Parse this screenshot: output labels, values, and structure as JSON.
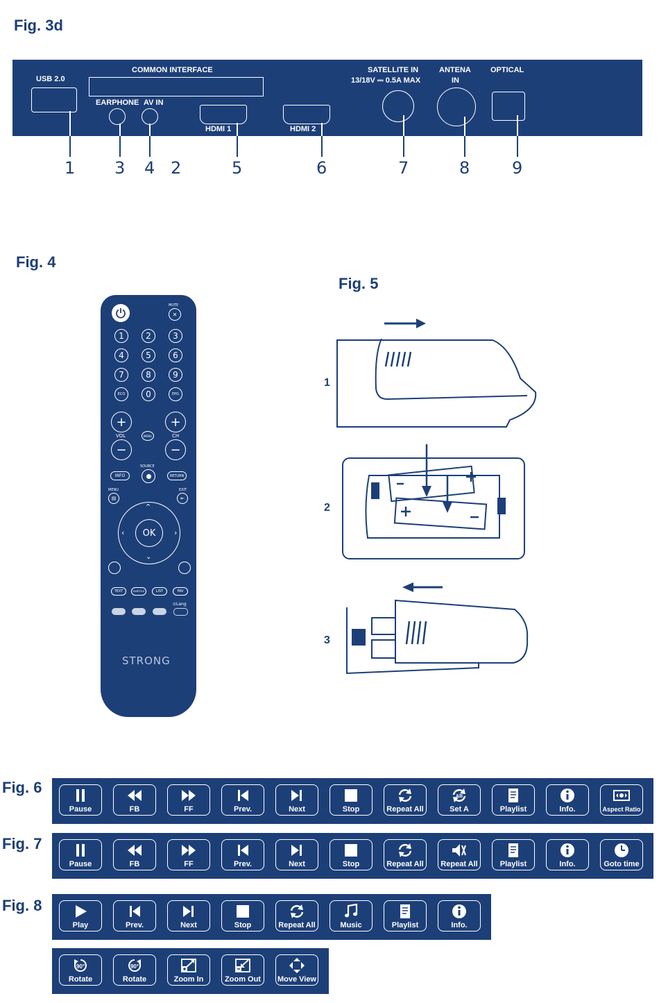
{
  "fig3d": {
    "title": "Fig. 3d",
    "labels": {
      "usb": "USB 2.0",
      "common_interface": "COMMON INTERFACE",
      "earphone": "EARPHONE",
      "av_in": "AV IN",
      "hdmi1": "HDMI 1",
      "hdmi2": "HDMI 2",
      "satellite_in": "SATELLITE IN",
      "satellite_spec": "13/18V ⎓ 0.5A MAX",
      "antena": "ANTENA",
      "antena_in": "IN",
      "optical": "OPTICAL"
    },
    "numbers": [
      "1",
      "3",
      "4",
      "2",
      "5",
      "6",
      "7",
      "8",
      "9"
    ]
  },
  "fig4": {
    "title": "Fig. 4",
    "remote": {
      "mute": "MUTE",
      "digits": [
        "1",
        "2",
        "3",
        "4",
        "5",
        "6",
        "7",
        "8",
        "9",
        "ECO",
        "0",
        "EPG"
      ],
      "vol": "VOL",
      "ch": "CH",
      "menu_small": "MENU",
      "info": "INFO",
      "source": "SOURCE",
      "return": "RETURN",
      "menu": "MENU",
      "exit": "EXIT",
      "ok": "OK",
      "text": "TEXT",
      "subtitle": "SUBTITLE",
      "list": "LIST",
      "fav": "FAV",
      "lang": "Lang",
      "brand": "STRONG"
    }
  },
  "fig5": {
    "title": "Fig. 5",
    "steps": [
      "1",
      "2",
      "3"
    ]
  },
  "fig6": {
    "title": "Fig. 6",
    "buttons": [
      {
        "icon": "pause-icon",
        "label": "Pause"
      },
      {
        "icon": "fast-backward-icon",
        "label": "FB"
      },
      {
        "icon": "fast-forward-icon",
        "label": "FF"
      },
      {
        "icon": "previous-icon",
        "label": "Prev."
      },
      {
        "icon": "next-icon",
        "label": "Next"
      },
      {
        "icon": "stop-icon",
        "label": "Stop"
      },
      {
        "icon": "repeat-icon",
        "label": "Repeat All"
      },
      {
        "icon": "set-a-icon",
        "label": "Set A"
      },
      {
        "icon": "playlist-icon",
        "label": "Playlist"
      },
      {
        "icon": "info-icon",
        "label": "Info."
      },
      {
        "icon": "aspect-ratio-icon",
        "label": "Aspect Ratio"
      }
    ]
  },
  "fig7": {
    "title": "Fig. 7",
    "buttons": [
      {
        "icon": "pause-icon",
        "label": "Pause"
      },
      {
        "icon": "fast-backward-icon",
        "label": "FB"
      },
      {
        "icon": "fast-forward-icon",
        "label": "FF"
      },
      {
        "icon": "previous-icon",
        "label": "Prev."
      },
      {
        "icon": "next-icon",
        "label": "Next"
      },
      {
        "icon": "stop-icon",
        "label": "Stop"
      },
      {
        "icon": "repeat-icon",
        "label": "Repeat All"
      },
      {
        "icon": "mute-icon",
        "label": "Repeat All"
      },
      {
        "icon": "playlist-icon",
        "label": "Playlist"
      },
      {
        "icon": "info-icon",
        "label": "Info."
      },
      {
        "icon": "clock-icon",
        "label": "Goto time"
      }
    ]
  },
  "fig8": {
    "title": "Fig. 8",
    "row1": [
      {
        "icon": "play-icon",
        "label": "Play"
      },
      {
        "icon": "previous-icon",
        "label": "Prev."
      },
      {
        "icon": "next-icon",
        "label": "Next"
      },
      {
        "icon": "stop-icon",
        "label": "Stop"
      },
      {
        "icon": "repeat-icon",
        "label": "Repeat All"
      },
      {
        "icon": "music-icon",
        "label": "Music"
      },
      {
        "icon": "playlist-icon",
        "label": "Playlist"
      },
      {
        "icon": "info-icon",
        "label": "Info."
      }
    ],
    "row2": [
      {
        "icon": "rotate-left-icon",
        "label": "Rotate",
        "badge": "90°"
      },
      {
        "icon": "rotate-right-icon",
        "label": "Rotate",
        "badge": "90°"
      },
      {
        "icon": "zoom-in-icon",
        "label": "Zoom In"
      },
      {
        "icon": "zoom-out-icon",
        "label": "Zoom Out"
      },
      {
        "icon": "move-view-icon",
        "label": "Move View"
      }
    ]
  }
}
